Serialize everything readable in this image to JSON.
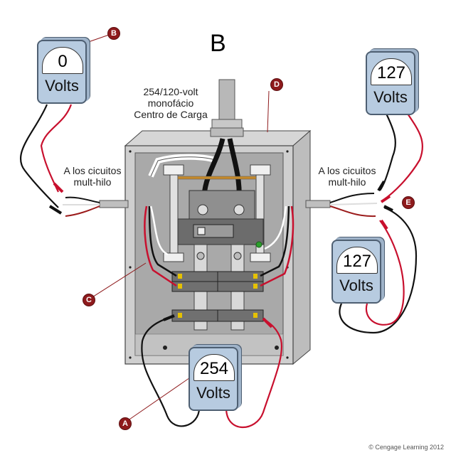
{
  "title": "B",
  "panel_label": {
    "line1": "254/120-volt",
    "line2": "monofácio",
    "line3": "Centro de Carga"
  },
  "circuit_labels": {
    "left": {
      "line1": "A los cicuitos",
      "line2": "mult-hilo"
    },
    "right": {
      "line1": "A los cicuitos",
      "line2": "mult-hilo"
    }
  },
  "meters": [
    {
      "id": "top-left",
      "value": "0",
      "unit": "Volts"
    },
    {
      "id": "top-right",
      "value": "127",
      "unit": "Volts"
    },
    {
      "id": "middle-right",
      "value": "127",
      "unit": "Volts"
    },
    {
      "id": "bottom-center",
      "value": "254",
      "unit": "Volts"
    }
  ],
  "markers": {
    "a": "A",
    "b": "B",
    "c": "C",
    "d": "D",
    "e": "E"
  },
  "colors": {
    "marker": "#8e1a1c",
    "meter_body": "#b7cbe0",
    "lead_red": "#c8102e",
    "lead_black": "#111111",
    "panel_gray": "#c9c9c9"
  },
  "copyright": "© Cengage Learning 2012"
}
